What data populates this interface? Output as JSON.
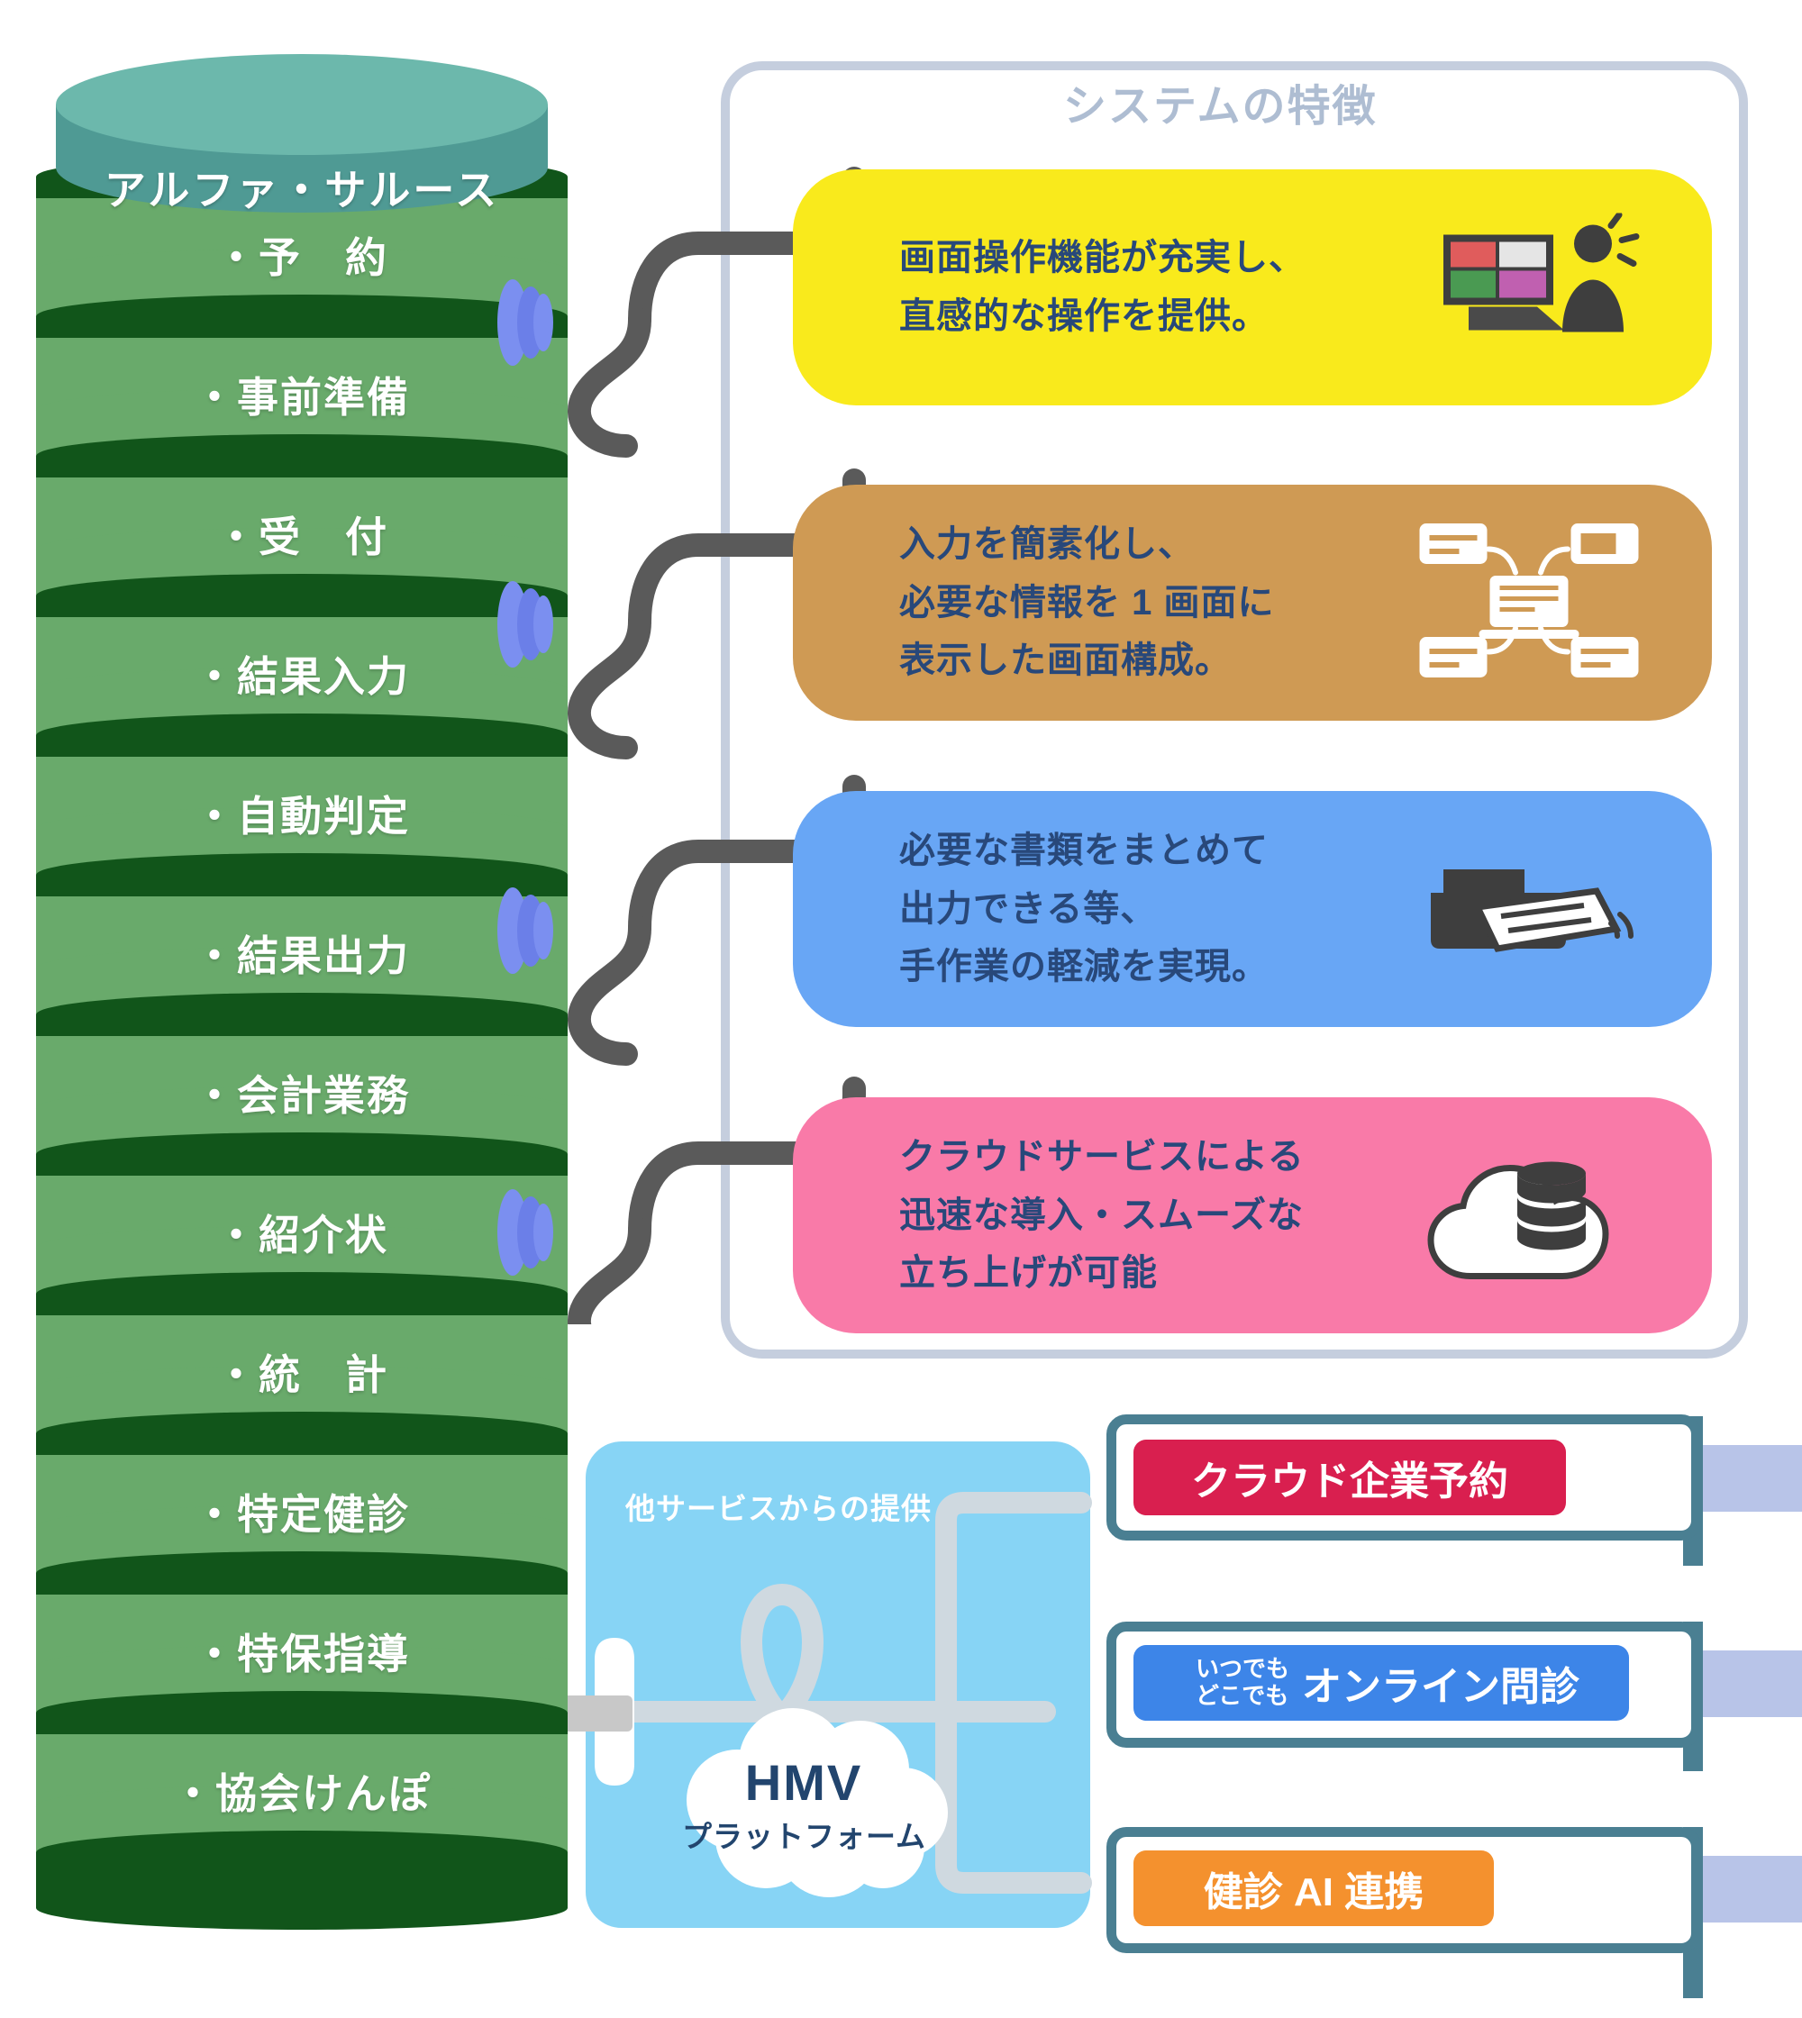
{
  "stack": {
    "cap_label": "アルファ・サルース",
    "items": [
      {
        "label": "・予　約"
      },
      {
        "label": "・事前準備"
      },
      {
        "label": "・受　付"
      },
      {
        "label": "・結果入力"
      },
      {
        "label": "・自動判定"
      },
      {
        "label": "・結果出力"
      },
      {
        "label": "・会計業務"
      },
      {
        "label": "・紹介状"
      },
      {
        "label": "・統　計"
      },
      {
        "label": "・特定健診"
      },
      {
        "label": "・特保指導"
      },
      {
        "label": "・協会けんぽ"
      }
    ],
    "colors": {
      "cap_top": "#6cb8ac",
      "cap_side": "#4f9a94",
      "band": "#69aa6b",
      "shadow": "#11551a"
    }
  },
  "features": {
    "title": "システムの特徴",
    "pills": [
      {
        "text": "画面操作機能が充実し、\n直感的な操作を提供。",
        "color": "#f9ea1c",
        "icon": "monitor-user-icon"
      },
      {
        "text": "入力を簡素化し、\n必要な情報を 1 画面に\n表示した画面構成。",
        "color": "#cf9a54",
        "icon": "form-layout-icon"
      },
      {
        "text": "必要な書類をまとめて\n出力できる等、\n手作業の軽減を実現。",
        "color": "#68a6f5",
        "icon": "printer-icon"
      },
      {
        "text": "クラウドサービスによる\n迅速な導入・スムーズな\n立ち上げが可能",
        "color": "#f97aa8",
        "icon": "cloud-database-icon"
      }
    ]
  },
  "bottom": {
    "hmv_panel_label": "他サービスからの提供",
    "cloud_title": "HMV",
    "cloud_subtitle": "プラットフォーム",
    "services": [
      {
        "label": "クラウド企業予約",
        "color": "#d91f4f",
        "sub": ""
      },
      {
        "label": "オンライン問診",
        "color": "#3d85e8",
        "sub": "いつでも\nどこでも"
      },
      {
        "label": "健診 AI 連携",
        "color": "#f4912e",
        "sub": ""
      }
    ]
  },
  "colors": {
    "panel_border": "#c5cede",
    "hook": "#5a5a5a",
    "knob": "#7b8ff0",
    "text_dark": "#28487a",
    "hmv_bg": "#87d4f5"
  }
}
